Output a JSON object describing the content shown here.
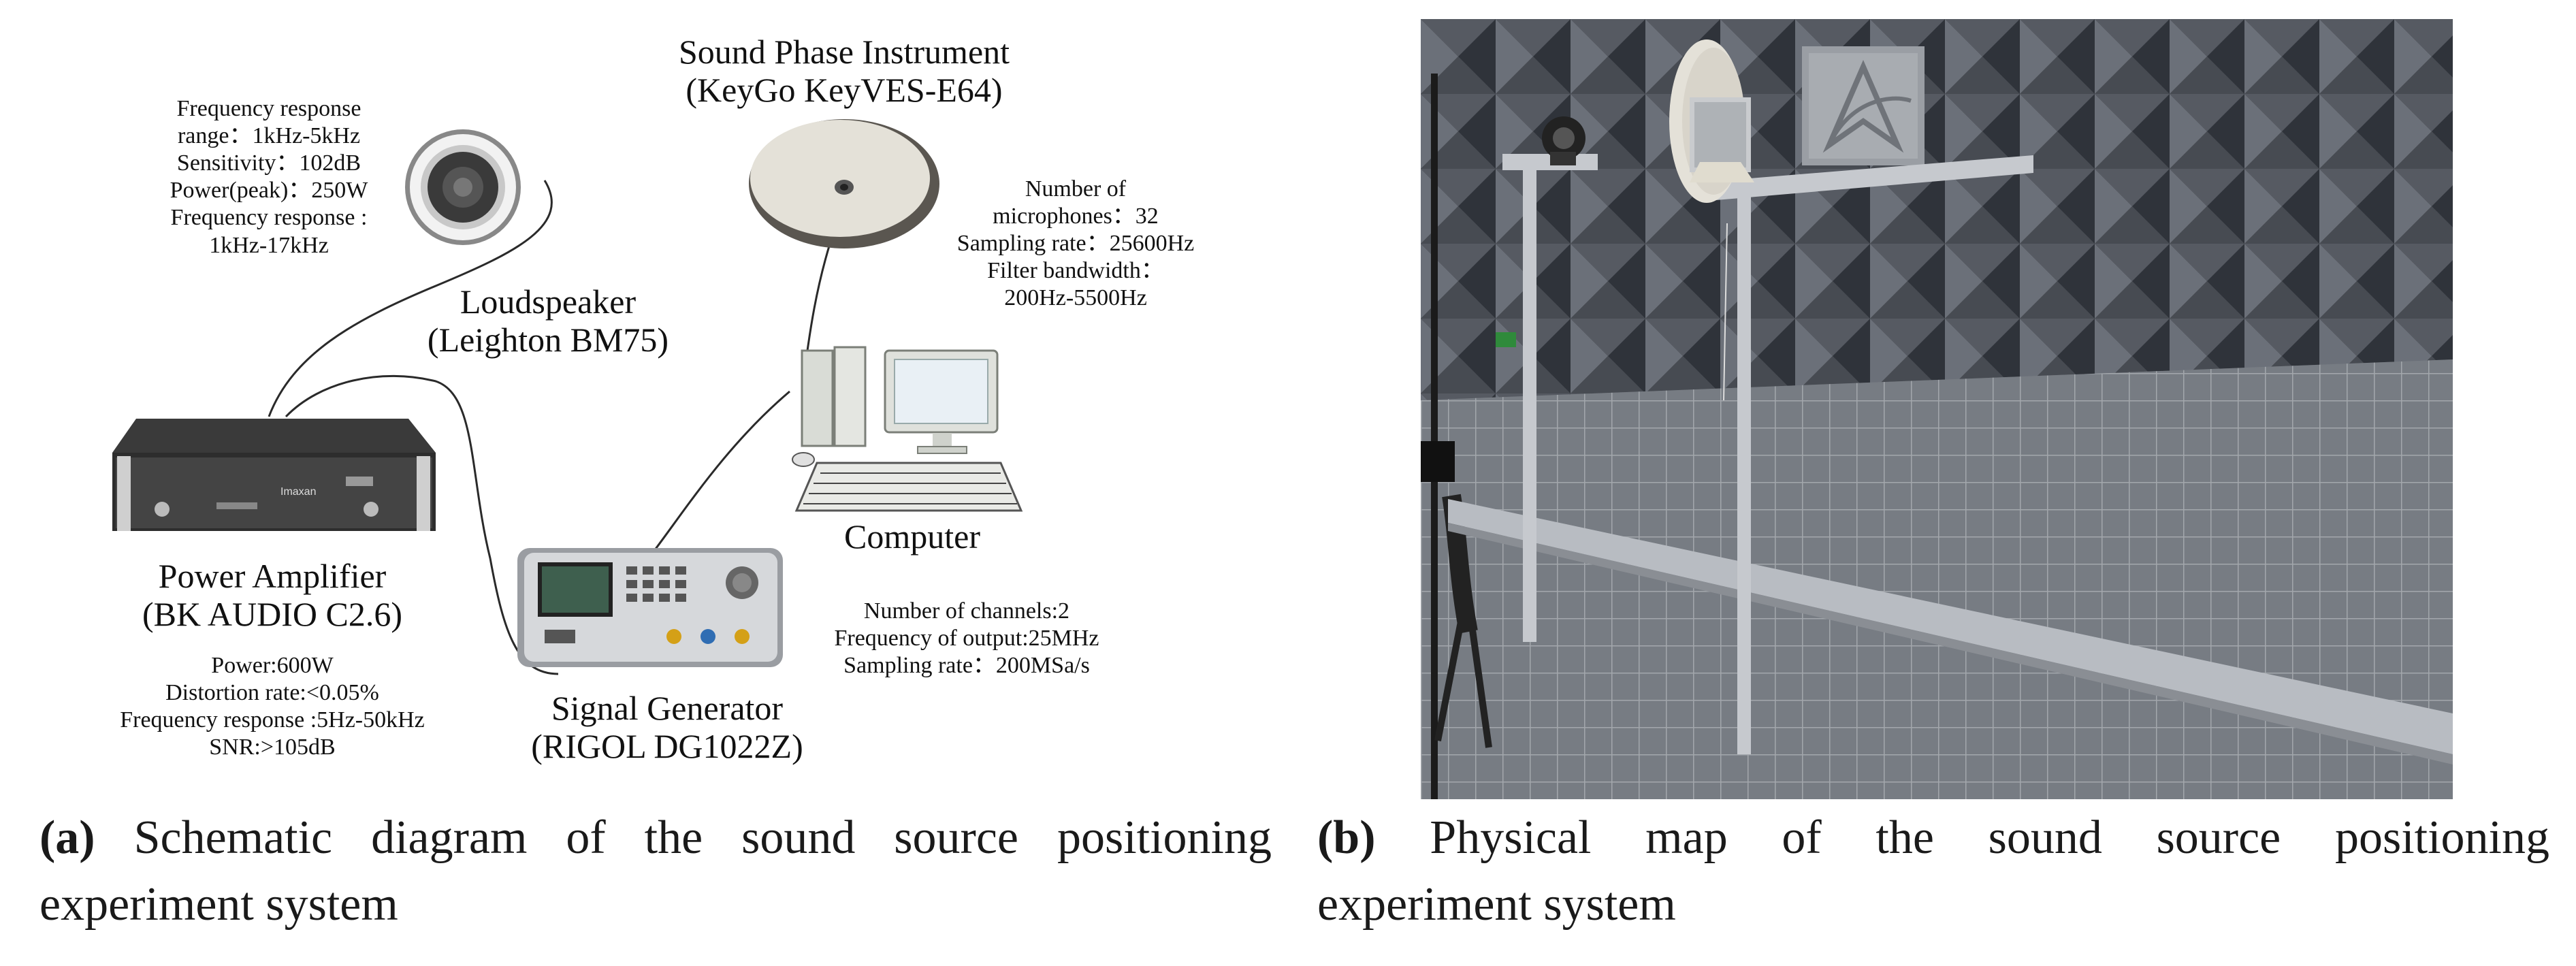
{
  "panel_a": {
    "sound_phase_instrument": {
      "name": "Sound Phase Instrument",
      "model": "(KeyGo KeyVES-E64)",
      "specs": [
        "Number of",
        "microphones：32",
        "Sampling rate：25600Hz",
        "Filter bandwidth：",
        "200Hz-5500Hz"
      ]
    },
    "loudspeaker": {
      "name": "Loudspeaker",
      "model": "(Leighton  BM75)",
      "specs": [
        "Frequency response",
        "range：1kHz-5kHz",
        "Sensitivity：102dB",
        "Power(peak)：250W",
        "Frequency response :",
        "1kHz-17kHz"
      ]
    },
    "computer": {
      "name": "Computer"
    },
    "power_amplifier": {
      "name": "Power Amplifier",
      "model": "(BK AUDIO C2.6)",
      "specs": [
        "Power:600W",
        "Distortion rate:<0.05%",
        "Frequency response :5Hz-50kHz",
        "SNR:>105dB"
      ]
    },
    "signal_generator": {
      "name": "Signal Generator",
      "model": "(RIGOL DG1022Z)",
      "specs": [
        "Number of channels:2",
        "Frequency of output:25MHz",
        "Sampling rate：200MSa/s"
      ]
    },
    "amplifier_brand": "Imaxan",
    "caption_tag": "(a)",
    "caption_line1": "Schematic diagram of the sound source positioning",
    "caption_line2": "experiment system"
  },
  "panel_b": {
    "caption_tag": "(b)",
    "caption_line1": "Physical map of the sound source positioning",
    "caption_line2": "experiment system"
  },
  "colors": {
    "wedge_dark": "#3c4047",
    "wedge_light": "#6b7079",
    "floor_mesh": "#8c9097",
    "rail": "#b8bcc2",
    "instrument_body": "#e4e1d8"
  }
}
